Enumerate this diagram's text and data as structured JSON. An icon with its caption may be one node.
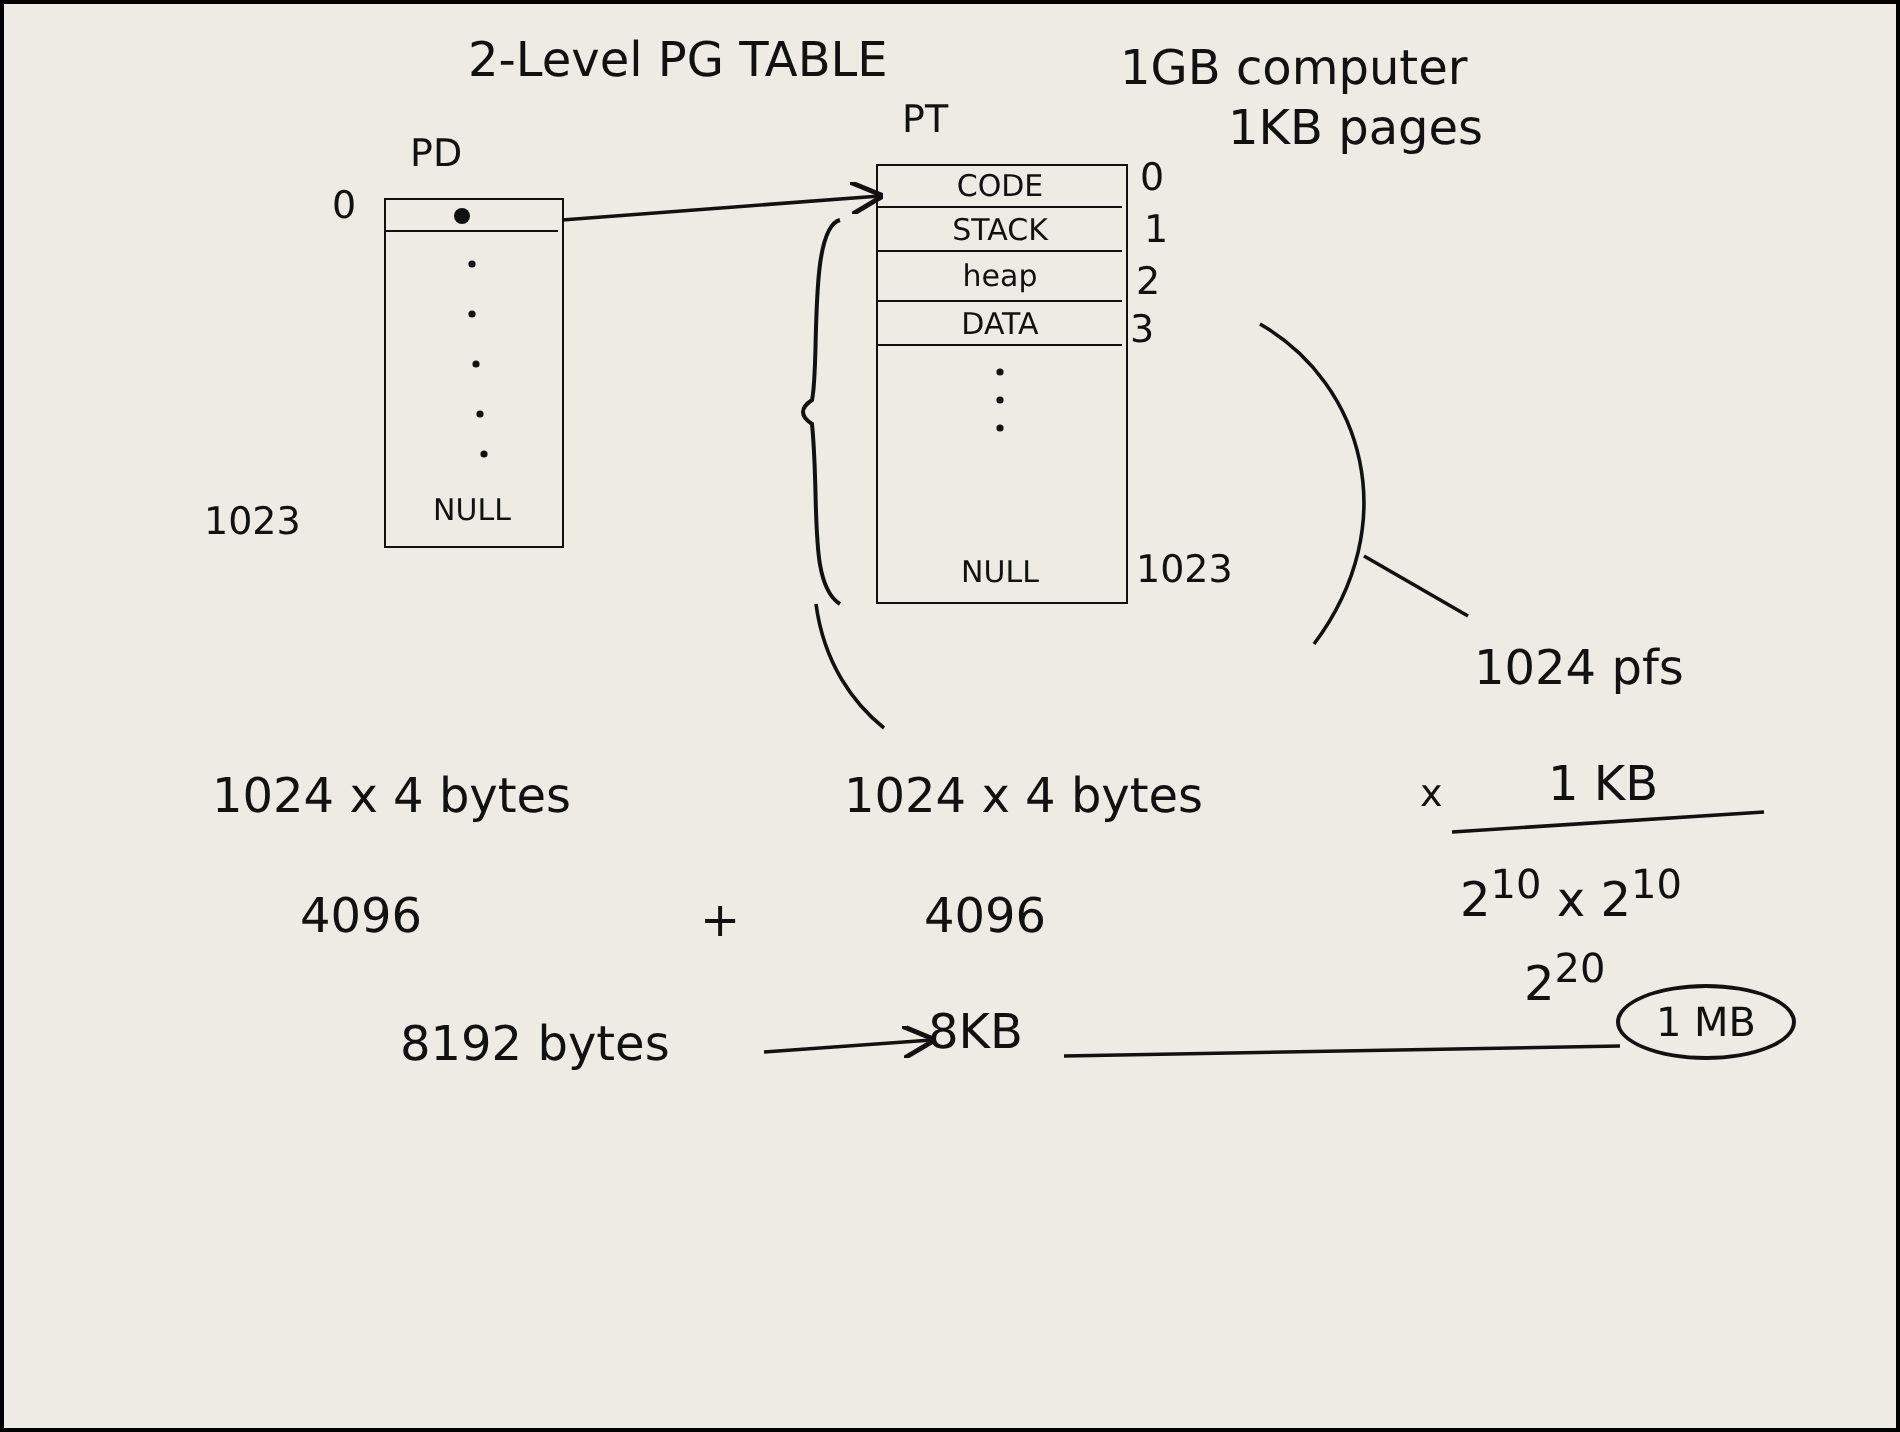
{
  "diagram": {
    "title": "2-Level PG TABLE",
    "nodes": [
      {
        "text": [
          "PD"
        ]
      },
      {
        "text": [],
        "shape": "box",
        "in": 0
      },
      {
        "text": [
          "NULL"
        ],
        "in": 0
      },
      {
        "text": [
          "PT"
        ]
      },
      {
        "text": [
          "CODE"
        ],
        "in": 3
      },
      {
        "text": [
          "STACK"
        ],
        "in": 3
      },
      {
        "text": [
          "heap"
        ],
        "in": 3
      },
      {
        "text": [
          "DATA"
        ],
        "in": 3
      },
      {
        "text": [
          "NULL"
        ],
        "in": 3
      },
      {
        "text": [
          "8192 bytes"
        ]
      },
      {
        "text": [
          "8KB"
        ]
      },
      {
        "text": [
          "1 MB"
        ]
      }
    ],
    "edges": [
      {
        "from": 1,
        "to": 3,
        "arrow": "to"
      },
      {
        "from": 9,
        "to": 10,
        "arrow": "to"
      },
      {
        "from": 10,
        "to": 11,
        "arrow": "none"
      }
    ],
    "labels": [
      "1GB computer",
      "1KB pages",
      "0",
      "0",
      "1",
      "2",
      "3",
      "1023",
      "1023",
      "1024 pfs",
      "1024 x 4 bytes",
      "1024 x 4 bytes",
      "x",
      "1 KB",
      "2$^{10}$ x 2$^{10}$",
      "4096",
      "+",
      "4096",
      "2$^{20}$"
    ]
  }
}
